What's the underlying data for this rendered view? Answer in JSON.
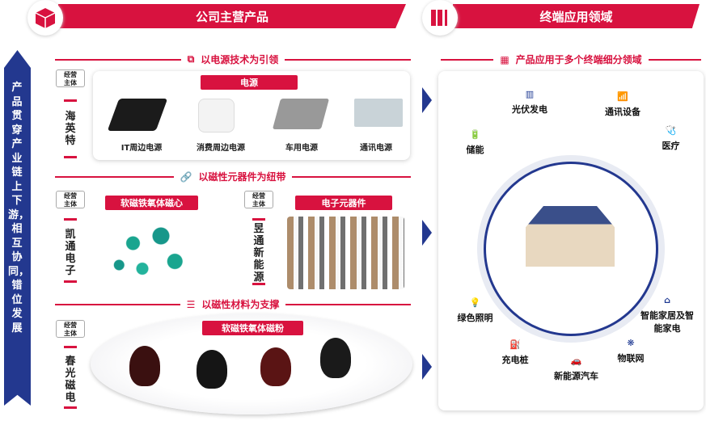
{
  "left_header": {
    "title": "公司主营产品",
    "icon": "box-icon"
  },
  "right_header": {
    "title": "终端应用领域",
    "icon": "books-icon"
  },
  "side_banner": {
    "text": "产品贯穿产业链上下游，相互协同，错位发展"
  },
  "sections": [
    {
      "title": "以电源技术为引领",
      "icon": "expand-icon"
    },
    {
      "title": "以磁性元器件为纽带",
      "icon": "link-icon"
    },
    {
      "title": "以磁性材料为支撑",
      "icon": "layers-icon"
    }
  ],
  "entity_tag": "经营\n主体",
  "row1": {
    "entity": "海英特",
    "category": "电源",
    "products": [
      "IT周边电源",
      "消费周边电源",
      "车用电源",
      "通讯电源"
    ]
  },
  "row2": {
    "left": {
      "entity": "凯通电子",
      "category": "软磁铁氧体磁心"
    },
    "right": {
      "entity": "昱通新能源",
      "category": "电子元器件"
    }
  },
  "row3": {
    "entity": "春光磁电",
    "category": "软磁铁氧体磁粉"
  },
  "applications": {
    "title": "产品应用于多个终端细分领域",
    "items": [
      "光伏发电",
      "通讯设备",
      "储能",
      "医疗",
      "绿色照明",
      "智能家居及智能家电",
      "充电桩",
      "新能源汽车",
      "物联网"
    ]
  },
  "colors": {
    "red": "#d8123f",
    "navy": "#23388f"
  }
}
